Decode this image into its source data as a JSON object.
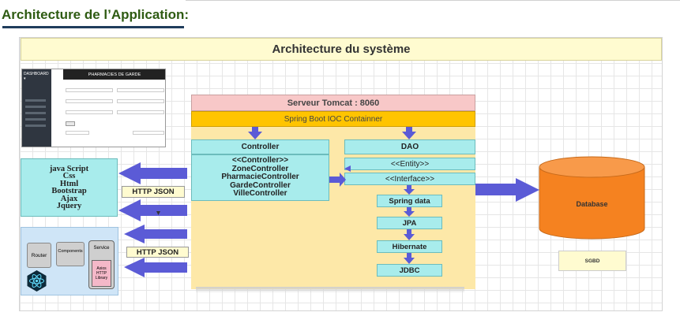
{
  "heading": "Architecture de l’Application:",
  "diagram": {
    "title": "Architecture du système",
    "server": {
      "tomcat": "Serveur Tomcat : 8060",
      "spring": "Spring Boot IOC Containner",
      "controller_header": "Controller",
      "controllers": [
        "<<Controller>>",
        "ZoneController",
        "PharmacieController",
        "GardeController",
        "VilleController"
      ],
      "dao": "DAO",
      "entity": "<<Entity>>",
      "interface": "<<Interface>>",
      "spring_data": "Spring data",
      "jpa": "JPA",
      "hibernate": "Hibernate",
      "jdbc": "JDBC"
    },
    "tech_stack": [
      "java Script",
      "Css",
      "Html",
      "Bootstrap",
      "Ajax",
      "Jquery"
    ],
    "http_label_1": "HTTP JSON",
    "http_label_2": "HTTP JSON",
    "react": {
      "router": "Router",
      "components": "Components",
      "service": "Service",
      "axios": [
        "Axios",
        "HTTP",
        "Library"
      ]
    },
    "database": "Database",
    "sgbd": "SGBD",
    "dashboard": {
      "sidebar_title": "DASHBOARD ▾",
      "header": "PHARMACIES DE GARDE"
    },
    "colors": {
      "arrow": "#5b5bd6",
      "cyan_box": "#a8ecec",
      "server_bg": "#fde8a8",
      "tomcat": "#f8c8c8",
      "spring": "#ffc400",
      "database": "#f58220"
    }
  }
}
